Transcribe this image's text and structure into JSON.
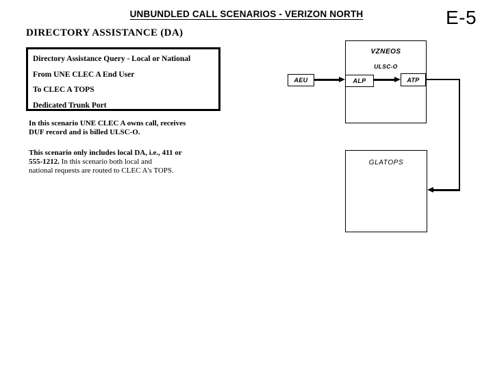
{
  "header": {
    "title": "UNBUNDLED CALL SCENARIOS - VERIZON NORTH",
    "page_number": "E-5",
    "section_heading": "DIRECTORY ASSISTANCE (DA)"
  },
  "scenario_box": {
    "lines": [
      "Directory Assistance Query - Local or National",
      "From UNE CLEC A End User",
      "To CLEC A TOPS",
      "Dedicated Trunk Port"
    ]
  },
  "notes": {
    "p1_line1": "In this scenario UNE CLEC A owns call, receives",
    "p1_line2": "DUF record and is billed ULSC-O.",
    "p2_line1": "This scenario only includes local DA, i.e., 411 or",
    "p2_line2_bold": "555-1212.",
    "p2_line2_rest": " In this scenario both local and",
    "p2_line3": "national requests are routed to CLEC A's TOPS."
  },
  "diagram": {
    "vzneos_label": "VZNEOS",
    "ulsco_label": "ULSC-O",
    "aeu_label": "AEU",
    "alp_label": "ALP",
    "atp_label": "ATP",
    "glatops_label": "GLATOPS"
  },
  "colors": {
    "ink": "#000000",
    "background": "#ffffff"
  }
}
